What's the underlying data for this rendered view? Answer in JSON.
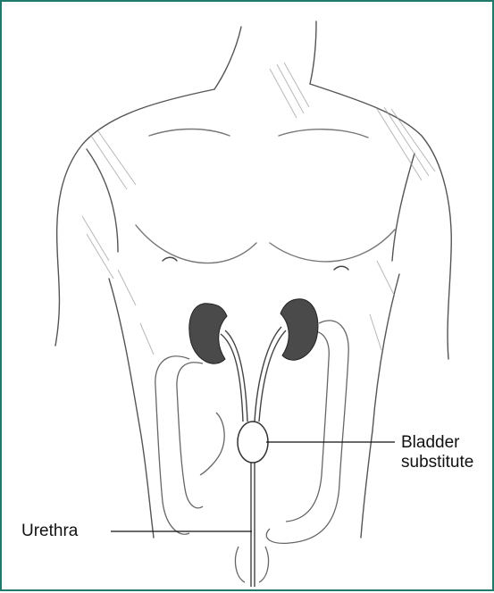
{
  "labels": {
    "bladder_line1": "Bladder",
    "bladder_line2": "substitute",
    "urethra": "Urethra"
  },
  "colors": {
    "frame": "#1f7a6c",
    "kidney": "#4a4a4a",
    "sketch": "#555555",
    "shade": "#9a9a9a"
  }
}
